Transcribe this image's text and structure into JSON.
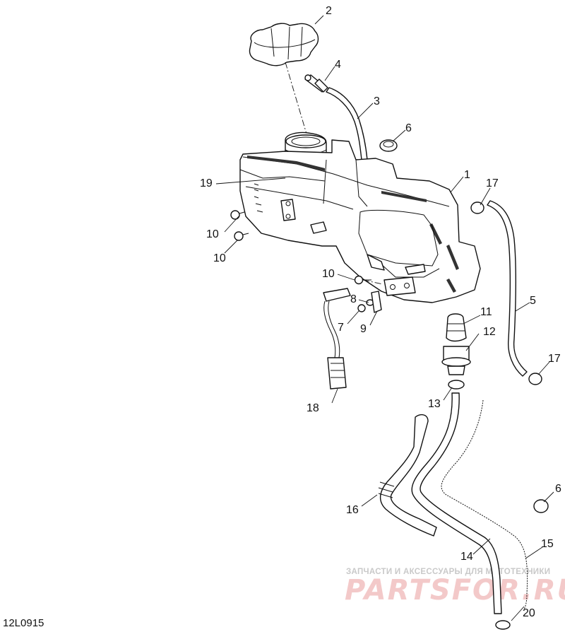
{
  "diagram": {
    "reference_code": "12L0915",
    "callouts": {
      "c1": "1",
      "c2": "2",
      "c3": "3",
      "c4": "4",
      "c5": "5",
      "c6a": "6",
      "c6b": "6",
      "c7": "7",
      "c8": "8",
      "c9": "9",
      "c10a": "10",
      "c10b": "10",
      "c10c": "10",
      "c11": "11",
      "c12": "12",
      "c13": "13",
      "c14": "14",
      "c15": "15",
      "c16": "16",
      "c17a": "17",
      "c17b": "17",
      "c18": "18",
      "c19": "19",
      "c20": "20"
    }
  },
  "watermark": {
    "tagline": "ЗАПЧАСТИ И АКСЕССУАРЫ ДЛЯ МОТОТЕХНИКИ",
    "logo": "PARTSFOR.RU"
  },
  "colors": {
    "line": "#111111",
    "watermark_logo": "#f3c9c9",
    "watermark_text": "#c9c9c9"
  }
}
